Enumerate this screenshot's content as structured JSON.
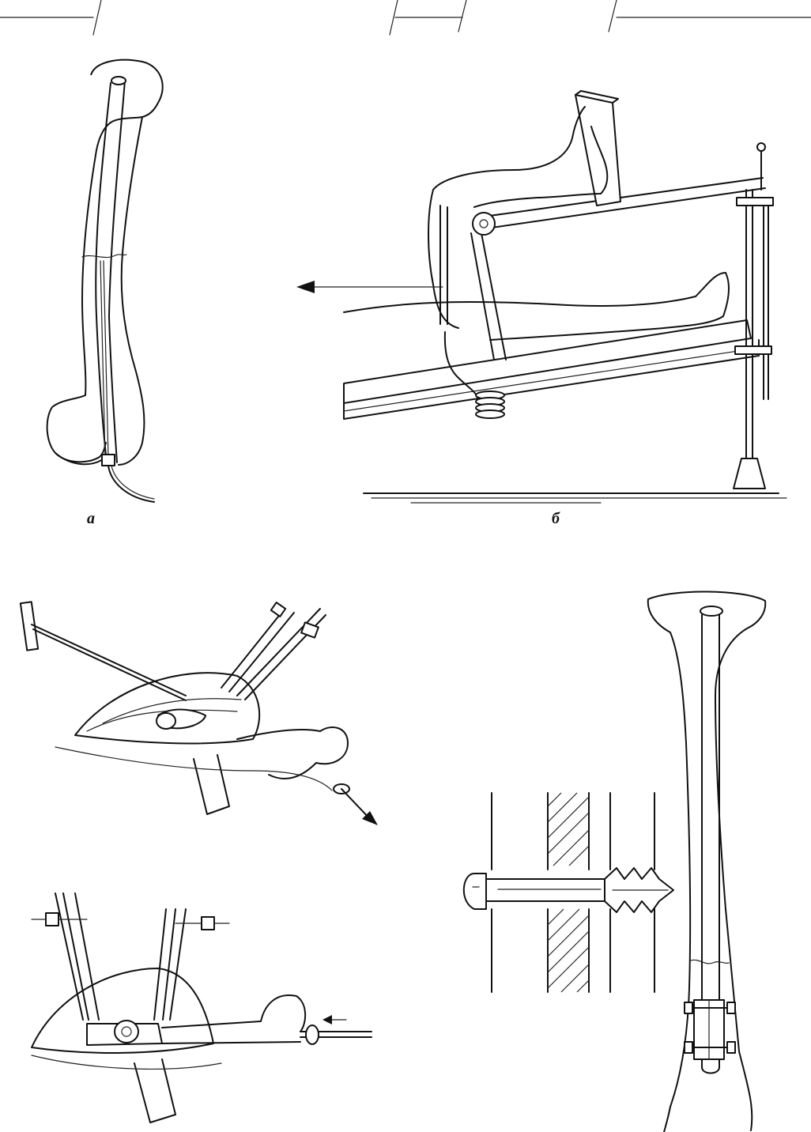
{
  "figure": {
    "panels": [
      {
        "id": "a",
        "label": "а"
      },
      {
        "id": "b",
        "label": "б"
      }
    ]
  }
}
